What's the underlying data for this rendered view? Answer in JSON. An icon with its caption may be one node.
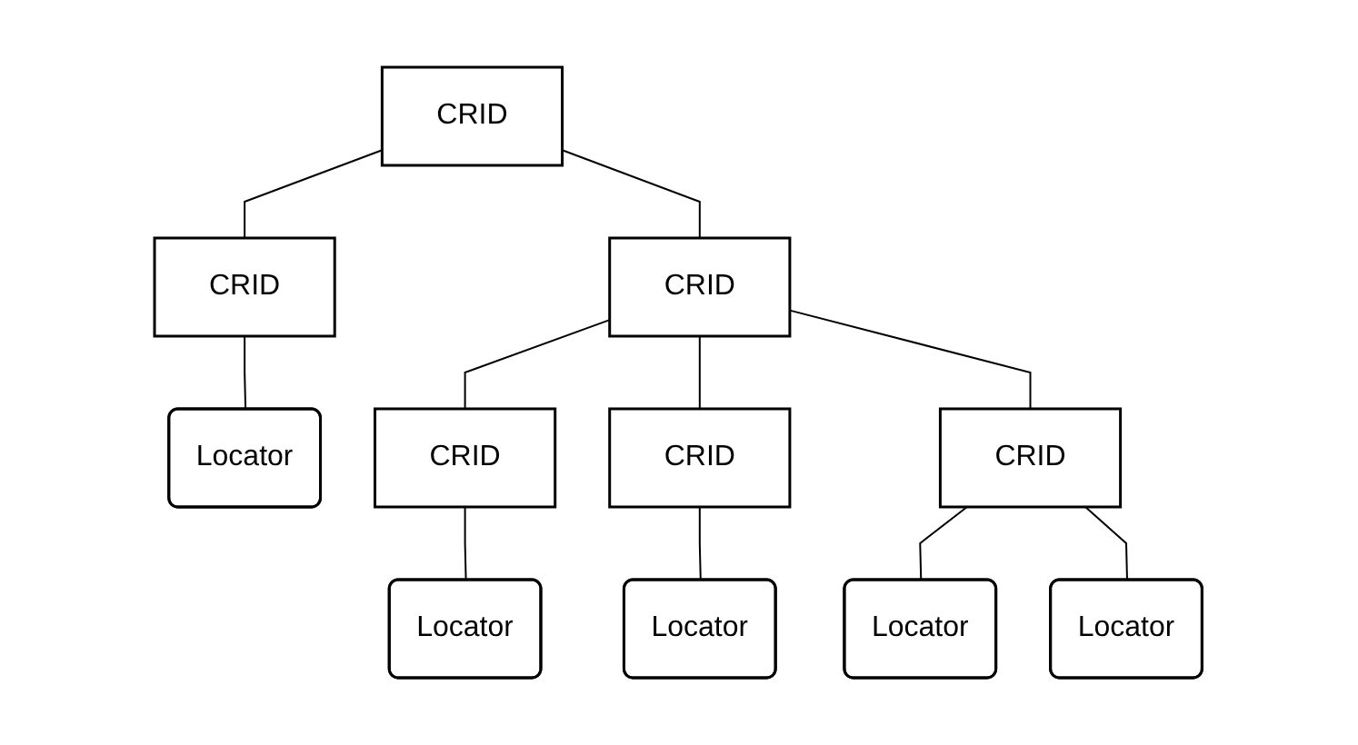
{
  "diagram": {
    "nodes": [
      {
        "text": [
          "CRID"
        ]
      },
      {
        "text": [
          "CRID"
        ]
      },
      {
        "text": [
          "CRID"
        ]
      },
      {
        "text": [
          "Locator"
        ]
      },
      {
        "text": [
          "CRID"
        ]
      },
      {
        "text": [
          "CRID"
        ]
      },
      {
        "text": [
          "CRID"
        ]
      },
      {
        "text": [
          "Locator"
        ]
      },
      {
        "text": [
          "Locator"
        ]
      },
      {
        "text": [
          "Locator"
        ]
      },
      {
        "text": [
          "Locator"
        ]
      }
    ],
    "edges": [
      {
        "from": 0,
        "to": 1,
        "arrow": "none"
      },
      {
        "from": 0,
        "to": 2,
        "arrow": "none"
      },
      {
        "from": 1,
        "to": 3,
        "arrow": "none"
      },
      {
        "from": 2,
        "to": 4,
        "arrow": "none"
      },
      {
        "from": 2,
        "to": 5,
        "arrow": "none"
      },
      {
        "from": 2,
        "to": 6,
        "arrow": "none"
      },
      {
        "from": 4,
        "to": 7,
        "arrow": "none"
      },
      {
        "from": 5,
        "to": 8,
        "arrow": "none"
      },
      {
        "from": 6,
        "to": 9,
        "arrow": "none"
      },
      {
        "from": 6,
        "to": 10,
        "arrow": "none"
      }
    ]
  }
}
